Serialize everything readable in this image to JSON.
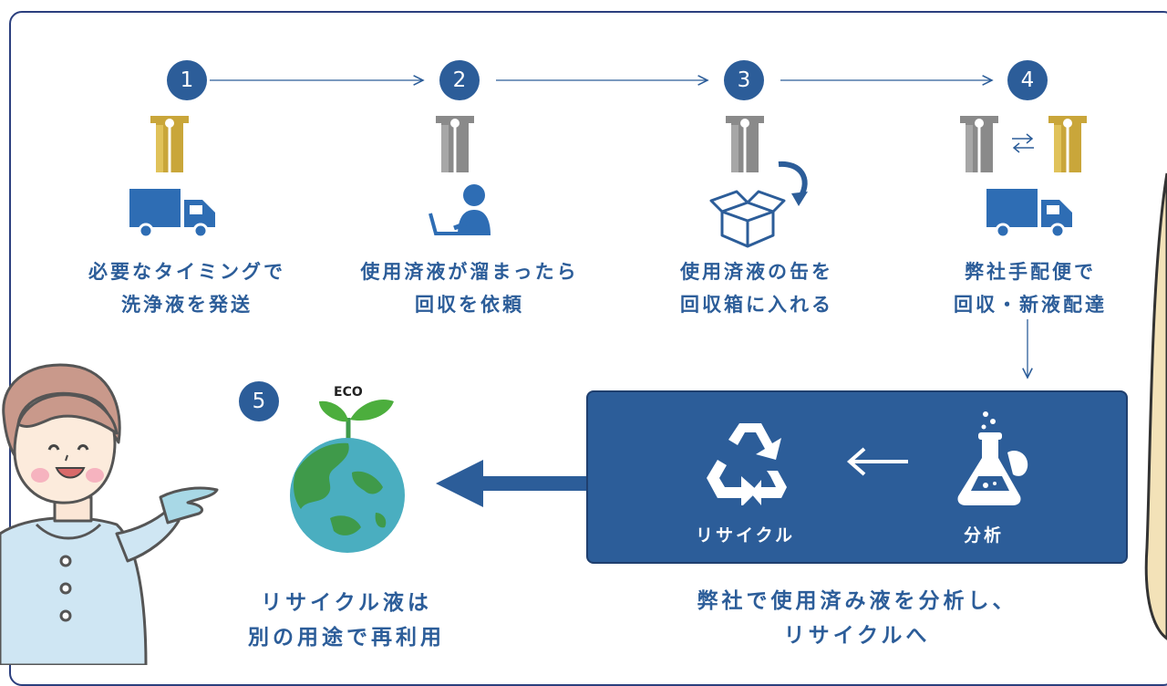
{
  "steps": [
    {
      "num": "1",
      "line1": "必要なタイミングで",
      "line2": "洗浄液を発送"
    },
    {
      "num": "2",
      "line1": "使用済液が溜まったら",
      "line2": "回収を依頼"
    },
    {
      "num": "3",
      "line1": "使用済液の缶を",
      "line2": "回収箱に入れる"
    },
    {
      "num": "4",
      "line1": "弊社手配便で",
      "line2": "回収・新液配達"
    }
  ],
  "step5": {
    "num": "5",
    "eco_label": "ECO",
    "line1": "リサイクル液は",
    "line2": "別の用途で再利用"
  },
  "panel": {
    "recycle_label": "リサイクル",
    "analysis_label": "分析",
    "caption1": "弊社で使用済み液を分析し、",
    "caption2": "リサイクルへ"
  },
  "icons": [
    "gold-can-icon",
    "gray-can-icon",
    "truck-icon",
    "laptop-user-icon",
    "open-box-icon",
    "curved-arrow-icon",
    "exchange-arrows-icon",
    "recycle-icon",
    "flask-icon",
    "earth-icon",
    "sprout-icon",
    "nurse-illustration"
  ],
  "colors": {
    "primary": "#2c5d99",
    "frame": "#2b3f7e",
    "gold": "#c9a63a",
    "gray": "#8a8a8a",
    "earth_green": "#3f9a4a",
    "earth_blue": "#4aaec0"
  }
}
